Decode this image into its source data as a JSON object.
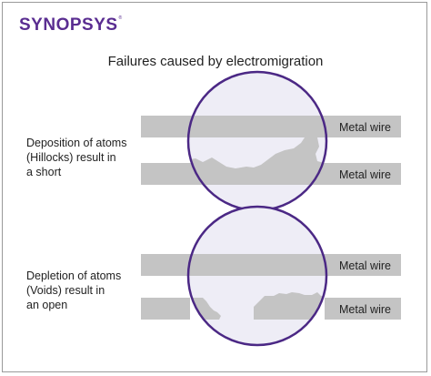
{
  "logo": {
    "text": "SYNOPSYS",
    "mark": "®"
  },
  "title": "Failures caused by electromigration",
  "panels": [
    {
      "caption_lines": [
        "Deposition of atoms",
        "(Hillocks) result in",
        "a short"
      ],
      "wire_top_label": "Metal wire",
      "wire_bottom_label": "Metal wire"
    },
    {
      "caption_lines": [
        "Depletion of atoms",
        "(Voids) result in",
        "an open"
      ],
      "wire_top_label": "Metal wire",
      "wire_bottom_label": "Metal wire"
    }
  ],
  "colors": {
    "brand": "#5a2d91",
    "wire": "#c4c4c4",
    "lens_fill": "#eeedf6",
    "lens_stroke": "#4b2885"
  }
}
